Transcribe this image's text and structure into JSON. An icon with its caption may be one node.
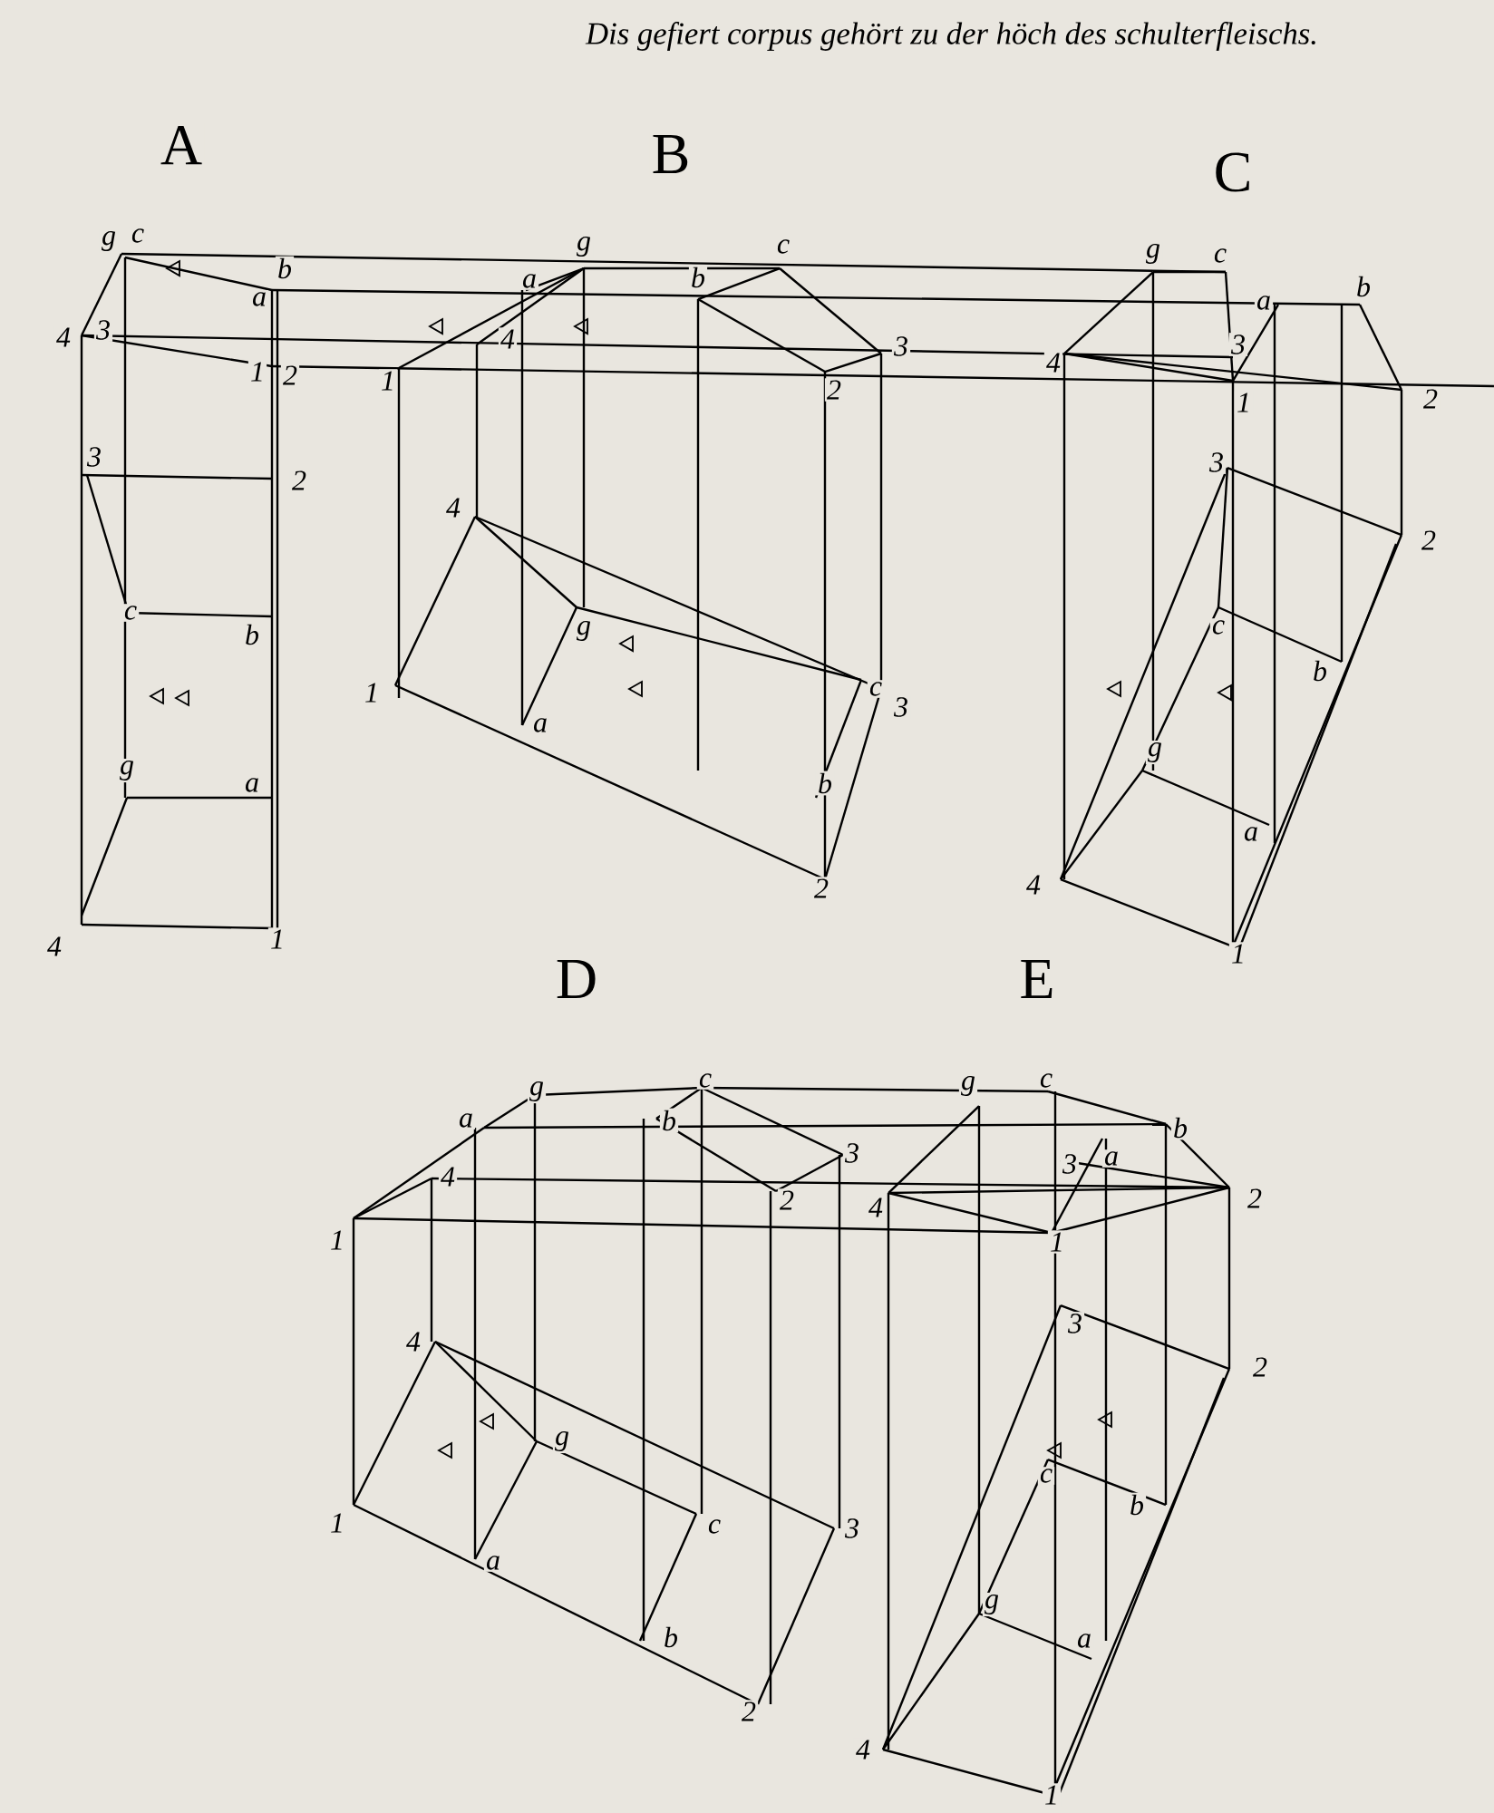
{
  "diagram": {
    "title": "Dis gefiert corpus gehört zu der höch des schulterfleischs.",
    "labels": [
      "A",
      "B",
      "C",
      "g",
      "c",
      "b",
      "a",
      "4",
      "3",
      "1",
      "2",
      "3",
      "2",
      "c",
      "b",
      "g",
      "a",
      "4",
      "1",
      "a",
      "g",
      "b",
      "c",
      "4",
      "1",
      "3",
      "2",
      "4",
      "g",
      "1",
      "a",
      "c",
      "3",
      "b",
      "2",
      "g",
      "c",
      "a",
      "b",
      "4",
      "3",
      "1",
      "2",
      "3",
      "2",
      "c",
      "b",
      "g",
      "a",
      "4",
      "1",
      "D",
      "E",
      "a",
      "g",
      "c",
      "b",
      "3",
      "4",
      "2",
      "1",
      "g",
      "c",
      "b",
      "a",
      "3",
      "4",
      "2",
      "1",
      "4",
      "g",
      "1",
      "c",
      "3",
      "a",
      "b",
      "2",
      "3",
      "2",
      "c",
      "b",
      "g",
      "a",
      "4",
      "1"
    ]
  }
}
